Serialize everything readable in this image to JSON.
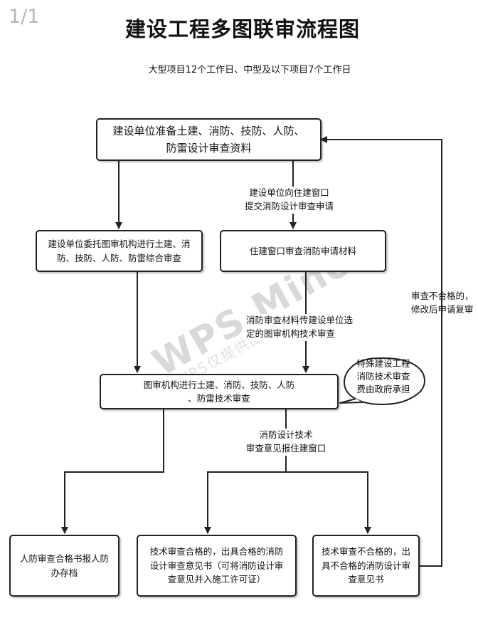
{
  "page_number": "1/1",
  "title": "建设工程多图联审流程图",
  "subtitle": "大型项目12个工作日、中型及以下项目7个工作日",
  "watermark": {
    "main": "WPS Mino",
    "sub": "WPS仅提供图能力"
  },
  "nodes": {
    "prepare": [
      "建设单位准备土建、消防、技防、人防、",
      "防雷设计审查资料"
    ],
    "entrust": [
      "建设单位委托图审机构进行土建、消",
      "防、技防、人防、防雷综合审查"
    ],
    "window_review": [
      "住建窗口审查消防申请材料"
    ],
    "agency_review": [
      "图审机构进行土建、消防、技防、人防",
      "、防雷技术审查"
    ],
    "civil_archive": [
      "人防审查合格书报人防",
      "办存档"
    ],
    "pass": [
      "技术审查合格的，出具合格的消防",
      "设计审查意见书（可将消防设计审",
      "查意见并入施工许可证）"
    ],
    "fail": [
      "技术审查不合格的，出",
      "具不合格的消防设计审",
      "查意见书"
    ]
  },
  "edge_labels": {
    "submit": [
      "建设单位向住建窗口",
      "提交消防设计审查申请"
    ],
    "transfer": [
      "消防审查材料传建设单位选",
      "定的图审机构技术审查"
    ],
    "report": [
      "消防设计技术",
      "审查意见报住建窗口"
    ],
    "resubmit": [
      "审查不合格的，",
      "修改后申请复审"
    ]
  },
  "callout": [
    "特殊建设工程",
    "消防技术审查",
    "费由政府承担"
  ]
}
